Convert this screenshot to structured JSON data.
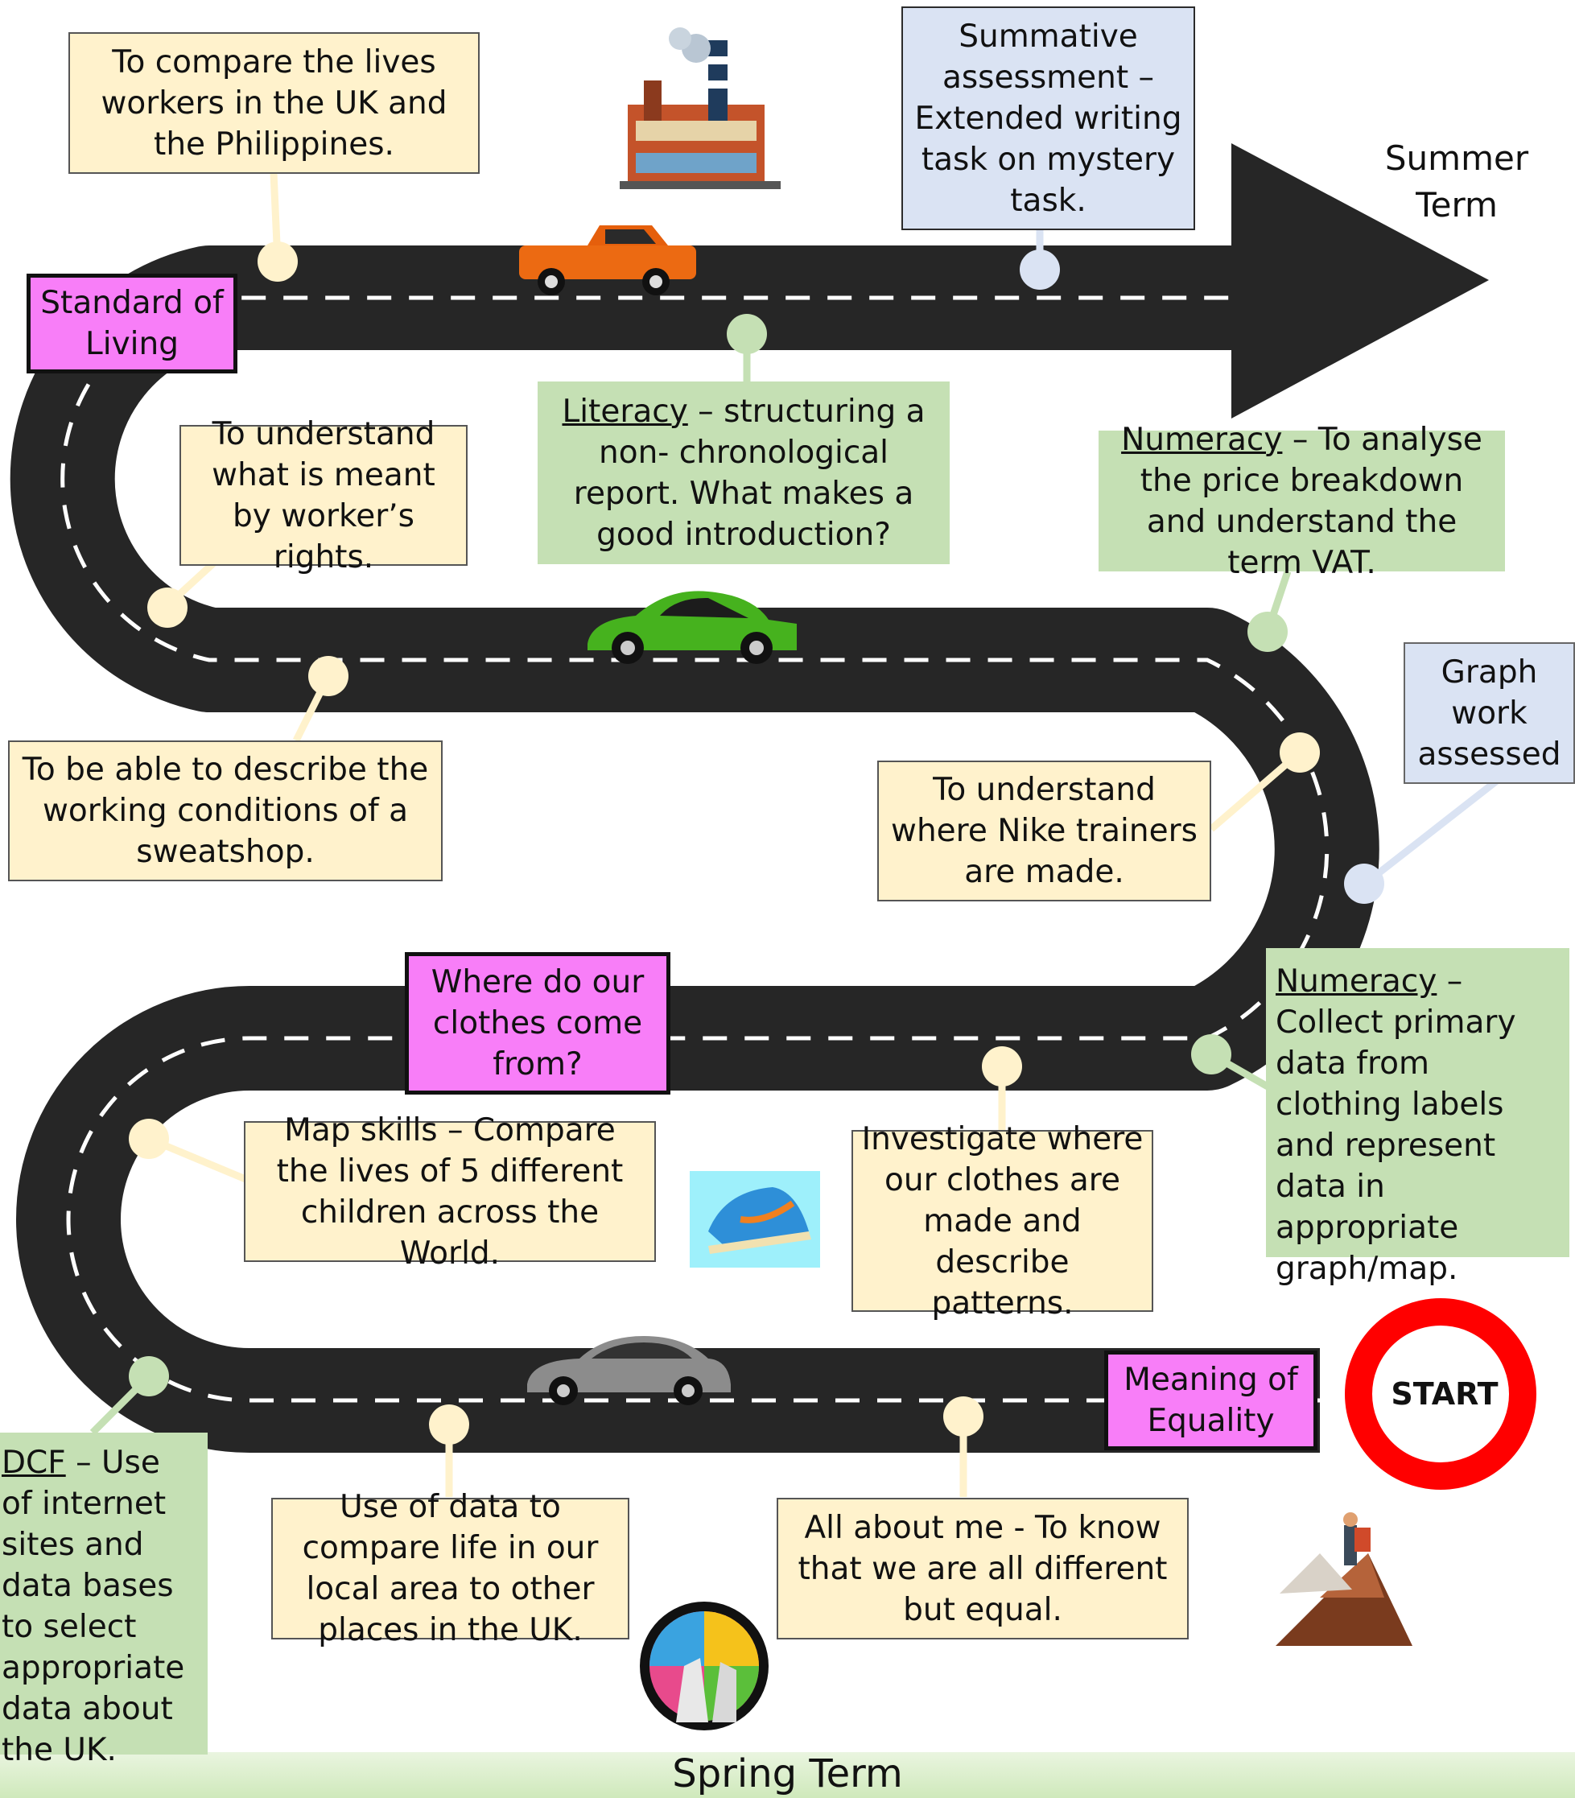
{
  "terms": {
    "summer": "Summer\nTerm",
    "spring": "Spring  Term"
  },
  "start_label": "START",
  "topics": {
    "standard": "Standard of Living",
    "clothes": "Where do our clothes come from?",
    "equality": "Meaning of Equality"
  },
  "boxes": {
    "compare_lives": "To compare the lives workers in the UK and the Philippines.",
    "workers_rights": "To understand what is meant by worker’s rights.",
    "sweatshop": "To be able to describe the working conditions of a sweatshop.",
    "nike": "To understand where Nike trainers are made.",
    "map_skills": "Map skills – Compare the lives of 5 different children across the World.",
    "investigate": "Investigate where our clothes are made and describe patterns.",
    "local_data": "Use of data to compare life in our local area to other places in the UK.",
    "all_about_me": "All about me - To know that we are all different but equal."
  },
  "summative": "Summative assessment – Extended writing task on mystery task.",
  "graph_work": "Graph work assessed",
  "literacy": {
    "label": "Literacy",
    "text": " – structuring a non- chronological report. What makes a good introduction?"
  },
  "numeracy_vat": {
    "label": "Numeracy",
    "text": " – To analyse the price breakdown and understand the term VAT."
  },
  "numeracy_collect": {
    "label": "Numeracy",
    "text": " – Collect primary data from clothing labels and represent data in appropriate graph/map."
  },
  "dcf": {
    "label": "DCF",
    "text": " – Use of internet sites and data bases  to select appropriate data about the UK."
  },
  "colors": {
    "road": "#262626",
    "cream": "#fff2cc",
    "green": "#c5e0b4",
    "blue": "#dae3f3",
    "pink": "#f87ef8",
    "start_ring": "#ff0000"
  },
  "icons": [
    "factory-icon",
    "orange-pickup-truck-icon",
    "green-car-icon",
    "grey-sedan-icon",
    "sneaker-icon",
    "hands-globe-icon",
    "mountain-climber-icon"
  ]
}
